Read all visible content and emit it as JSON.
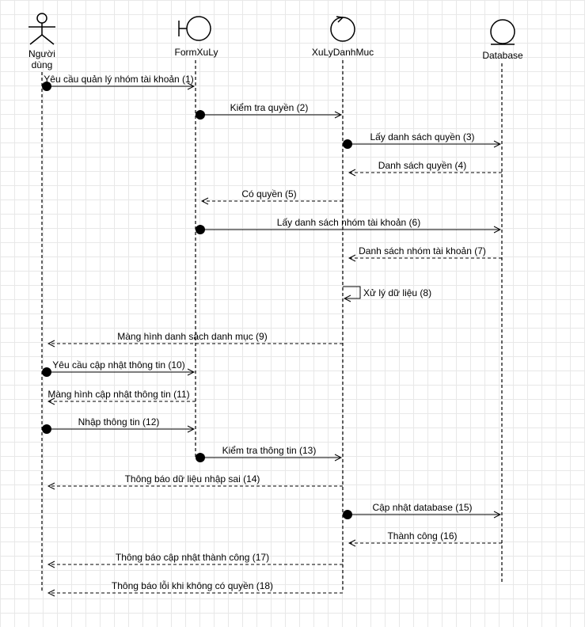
{
  "participants": [
    {
      "id": "user",
      "label_lines": [
        "Người",
        "dùng"
      ],
      "icon": "actor-icon"
    },
    {
      "id": "form",
      "label_lines": [
        "FormXuLy"
      ],
      "icon": "boundary-icon"
    },
    {
      "id": "ctrl",
      "label_lines": [
        "XuLyDanhMuc"
      ],
      "icon": "control-icon"
    },
    {
      "id": "db",
      "label_lines": [
        "Database"
      ],
      "icon": "entity-icon"
    }
  ],
  "messages": [
    {
      "from": "user",
      "to": "form",
      "label": "Yêu cầu quản lý nhóm tài khoản  (1)",
      "kind": "sync"
    },
    {
      "from": "form",
      "to": "ctrl",
      "label": "Kiểm tra quyền (2)",
      "kind": "sync"
    },
    {
      "from": "ctrl",
      "to": "db",
      "label": "Lấy danh sách quyền (3)",
      "kind": "sync"
    },
    {
      "from": "db",
      "to": "ctrl",
      "label": "Danh sách quyền (4)",
      "kind": "reply"
    },
    {
      "from": "ctrl",
      "to": "form",
      "label": "Có quyền (5)",
      "kind": "reply"
    },
    {
      "from": "form",
      "to": "db",
      "label": "Lấy danh sách nhóm tài khoản (6)",
      "kind": "sync"
    },
    {
      "from": "db",
      "to": "ctrl",
      "label": "Danh sách nhóm tài khoản (7)",
      "kind": "reply"
    },
    {
      "from": "ctrl",
      "to": "ctrl",
      "label": "Xử lý dữ liệu (8)",
      "kind": "self"
    },
    {
      "from": "ctrl",
      "to": "user",
      "label": "Màng hình danh sách danh mục (9)",
      "kind": "reply"
    },
    {
      "from": "user",
      "to": "form",
      "label": "Yêu cầu cập nhật thông tin (10)",
      "kind": "sync"
    },
    {
      "from": "form",
      "to": "user",
      "label": "Màng hình cập nhật thông tin (11)",
      "kind": "reply"
    },
    {
      "from": "user",
      "to": "form",
      "label": "Nhập thông tin (12)",
      "kind": "sync"
    },
    {
      "from": "form",
      "to": "ctrl",
      "label": "Kiểm tra thông tin (13)",
      "kind": "sync"
    },
    {
      "from": "ctrl",
      "to": "user",
      "label": "Thông báo dữ liệu nhập sai (14)",
      "kind": "reply"
    },
    {
      "from": "ctrl",
      "to": "db",
      "label": "Cập nhật database (15)",
      "kind": "sync"
    },
    {
      "from": "db",
      "to": "ctrl",
      "label": "Thành công (16)",
      "kind": "reply"
    },
    {
      "from": "ctrl",
      "to": "user",
      "label": "Thông báo cập nhật thành công (17)",
      "kind": "reply"
    },
    {
      "from": "ctrl",
      "to": "user",
      "label": "Thông báo lỗi khi không có quyền (18)",
      "kind": "reply"
    }
  ]
}
